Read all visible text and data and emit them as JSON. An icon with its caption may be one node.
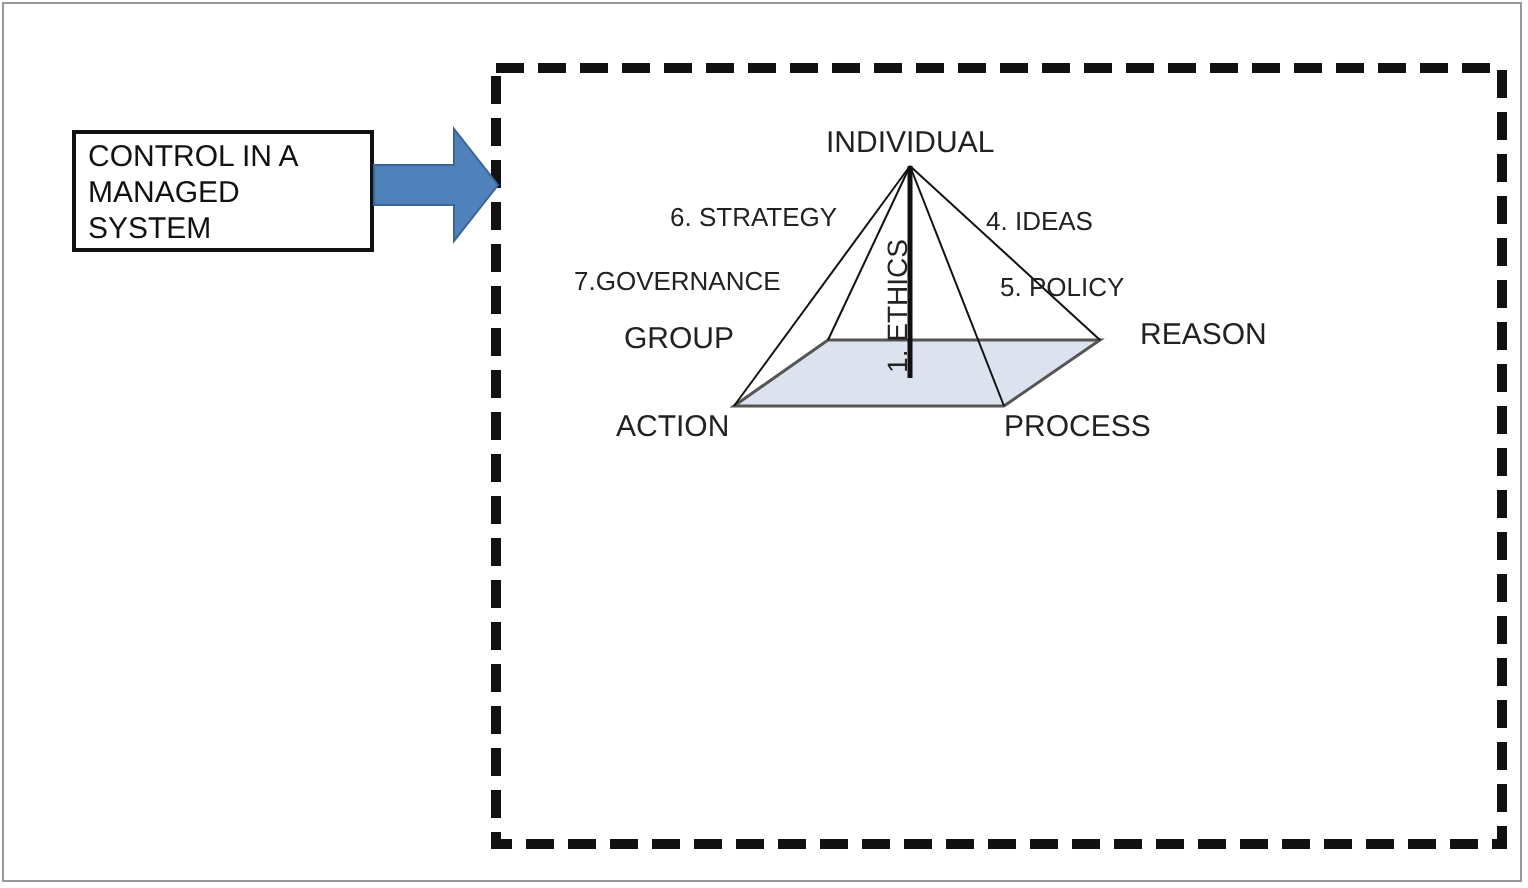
{
  "diagram": {
    "nodes": [
      {
        "text": [
          "CONTROL IN A MANAGED SYSTEM"
        ]
      },
      {
        "text": [],
        "shape": "box"
      }
    ],
    "edges": [
      {
        "from": 0,
        "to": 1,
        "arrow": "to",
        "style": "thick",
        "color": "#4f81bd"
      }
    ],
    "labels": [
      "INDIVIDUAL",
      "6. STRATEGY",
      "4. IDEAS",
      "7.GOVERNANCE",
      "1. ETHICS",
      "5. POLICY",
      "GROUP",
      "REASON",
      "ACTION",
      "PROCESS"
    ]
  }
}
